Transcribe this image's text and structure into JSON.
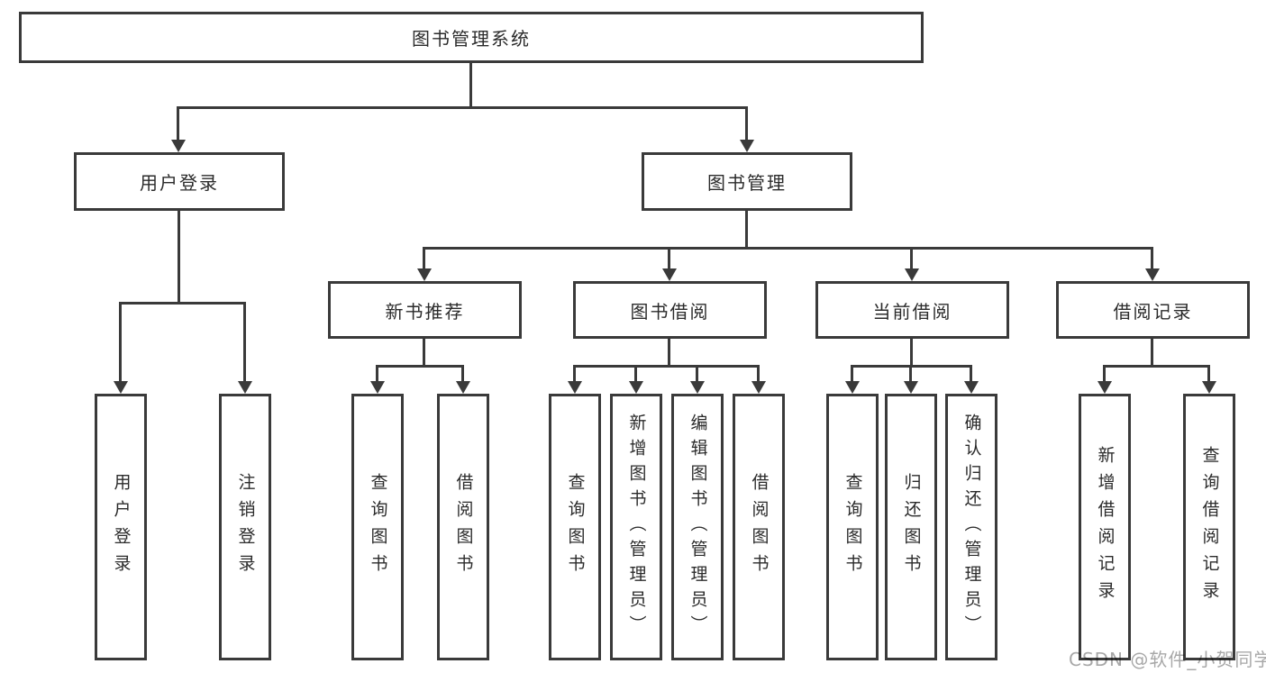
{
  "diagram": {
    "root": {
      "label": "图书管理系统"
    },
    "branches": [
      {
        "label": "用户登录",
        "children": [
          {
            "label": "用户登录"
          },
          {
            "label": "注销登录"
          }
        ]
      },
      {
        "label": "图书管理",
        "children": [
          {
            "label": "新书推荐",
            "children": [
              {
                "label": "查询图书"
              },
              {
                "label": "借阅图书"
              }
            ]
          },
          {
            "label": "图书借阅",
            "children": [
              {
                "label": "查询图书"
              },
              {
                "label": "新增图书（管理员）"
              },
              {
                "label": "编辑图书（管理员）"
              },
              {
                "label": "借阅图书"
              }
            ]
          },
          {
            "label": "当前借阅",
            "children": [
              {
                "label": "查询图书"
              },
              {
                "label": "归还图书"
              },
              {
                "label": "确认归还（管理员）"
              }
            ]
          },
          {
            "label": "借阅记录",
            "children": [
              {
                "label": "新增借阅记录"
              },
              {
                "label": "查询借阅记录"
              }
            ]
          }
        ]
      }
    ]
  },
  "watermark": {
    "text": "CSDN @软件_小贺同学"
  },
  "colors": {
    "line": "#3a3a3a",
    "text": "#2b2b2b",
    "watermark": "#a8a8a8",
    "background": "#ffffff"
  }
}
